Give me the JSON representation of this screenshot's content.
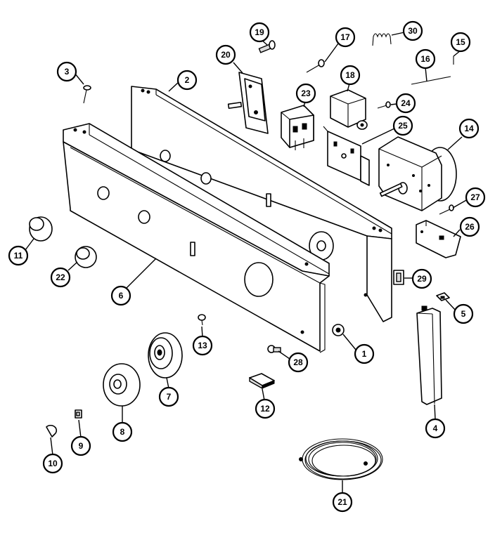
{
  "diagram": {
    "callouts": [
      {
        "id": "c1",
        "label": "1"
      },
      {
        "id": "c2",
        "label": "2"
      },
      {
        "id": "c3",
        "label": "3"
      },
      {
        "id": "c4",
        "label": "4"
      },
      {
        "id": "c5",
        "label": "5"
      },
      {
        "id": "c6",
        "label": "6"
      },
      {
        "id": "c7",
        "label": "7"
      },
      {
        "id": "c8",
        "label": "8"
      },
      {
        "id": "c9",
        "label": "9"
      },
      {
        "id": "c10",
        "label": "10"
      },
      {
        "id": "c11",
        "label": "11"
      },
      {
        "id": "c12",
        "label": "12"
      },
      {
        "id": "c13",
        "label": "13"
      },
      {
        "id": "c14",
        "label": "14"
      },
      {
        "id": "c15",
        "label": "15"
      },
      {
        "id": "c16",
        "label": "16"
      },
      {
        "id": "c17",
        "label": "17"
      },
      {
        "id": "c18",
        "label": "18"
      },
      {
        "id": "c19",
        "label": "19"
      },
      {
        "id": "c20",
        "label": "20"
      },
      {
        "id": "c21",
        "label": "21"
      },
      {
        "id": "c22",
        "label": "22"
      },
      {
        "id": "c23",
        "label": "23"
      },
      {
        "id": "c24",
        "label": "24"
      },
      {
        "id": "c25",
        "label": "25"
      },
      {
        "id": "c26",
        "label": "26"
      },
      {
        "id": "c27",
        "label": "27"
      },
      {
        "id": "c28",
        "label": "28"
      },
      {
        "id": "c29",
        "label": "29"
      },
      {
        "id": "c30",
        "label": "30"
      }
    ],
    "colors": {
      "ink": "#000000",
      "paper": "#ffffff"
    }
  }
}
